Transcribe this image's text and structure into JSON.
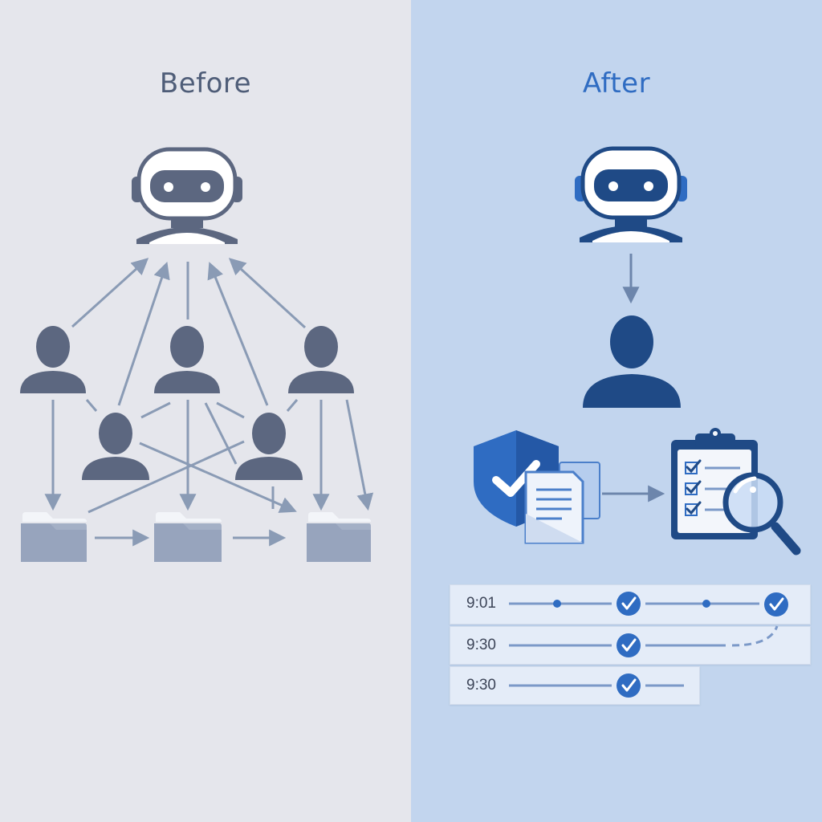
{
  "panels": {
    "before": {
      "title": "Before"
    },
    "after": {
      "title": "After"
    }
  },
  "timeline": {
    "rows": [
      {
        "time": "9:01"
      },
      {
        "time": "9:30"
      },
      {
        "time": "9:30"
      }
    ]
  },
  "colors": {
    "before_background": "#e5e6ec",
    "after_background": "#c2d5ee",
    "before_figure": "#5c6780",
    "after_figure": "#1f4a86",
    "after_accent": "#2f6cc2",
    "arrow_before": "#8a9bb5",
    "arrow_after": "#6d86ac"
  }
}
